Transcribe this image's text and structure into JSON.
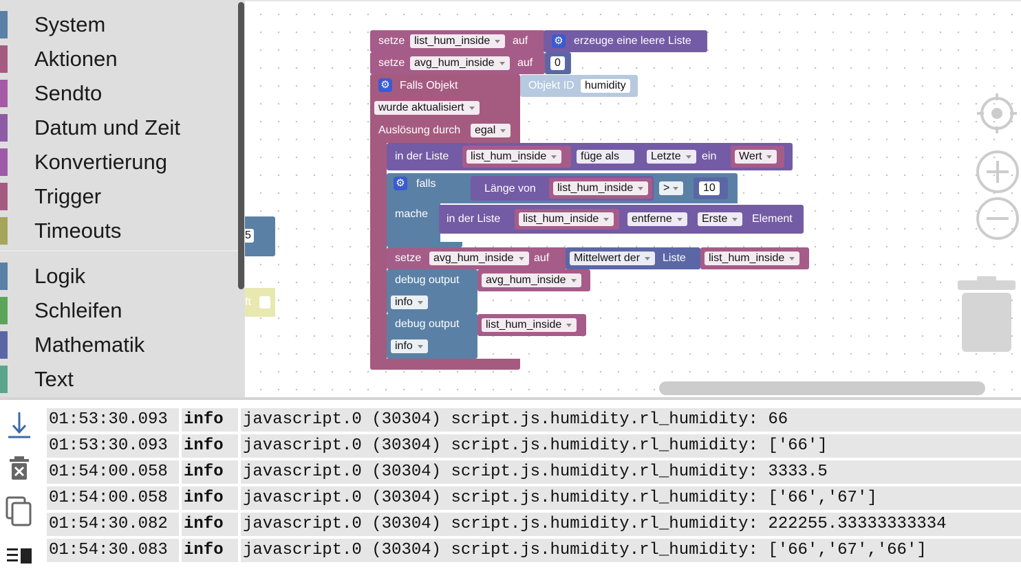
{
  "toolbox": {
    "categories": [
      {
        "label": "System",
        "color": "#5b80a5"
      },
      {
        "label": "Aktionen",
        "color": "#a55b80"
      },
      {
        "label": "Sendto",
        "color": "#a55ba5"
      },
      {
        "label": "Datum und Zeit",
        "color": "#8e5ba5"
      },
      {
        "label": "Konvertierung",
        "color": "#9e5aa8"
      },
      {
        "label": "Trigger",
        "color": "#a55b80"
      },
      {
        "label": "Timeouts",
        "color": "#a5a55b"
      }
    ],
    "categories2": [
      {
        "label": "Logik",
        "color": "#5b80a5"
      },
      {
        "label": "Schleifen",
        "color": "#5ba55b"
      },
      {
        "label": "Mathematik",
        "color": "#5b67a5"
      },
      {
        "label": "Text",
        "color": "#5ba58c"
      }
    ]
  },
  "blocks": {
    "set1": {
      "kw": "setze",
      "var": "list_hum_inside",
      "auf": "auf",
      "value": "erzeuge eine leere Liste"
    },
    "set2": {
      "kw": "setze",
      "var": "avg_hum_inside",
      "auf": "auf",
      "value": "0"
    },
    "trigger": {
      "title": "Falls Objekt",
      "objid_label": "Objekt ID",
      "objid_value": "humidity",
      "condition": "wurde aktualisiert",
      "ausloesung_label": "Auslösung durch",
      "ausloesung_value": "egal"
    },
    "list_insert": {
      "in_list": "in der Liste",
      "var": "list_hum_inside",
      "mode": "füge als",
      "pos": "Letzte",
      "ein": "ein",
      "value": "Wert"
    },
    "if_block": {
      "falls": "falls",
      "mache": "mache",
      "laenge_von": "Länge von",
      "var": "list_hum_inside",
      "op": ">",
      "num": "10"
    },
    "list_remove": {
      "in_list": "in der Liste",
      "var": "list_hum_inside",
      "mode": "entferne",
      "pos": "Erste",
      "element": "Element"
    },
    "set3": {
      "kw": "setze",
      "var": "avg_hum_inside",
      "auf": "auf",
      "func": "Mittelwert der",
      "liste": "Liste",
      "listvar": "list_hum_inside"
    },
    "debug1": {
      "label": "debug output",
      "var": "avg_hum_inside",
      "level": "info"
    },
    "debug2": {
      "label": "debug output",
      "var": "list_hum_inside",
      "level": "info"
    },
    "partial": {
      "a": "5",
      "b": "ft"
    }
  },
  "log": {
    "rows": [
      {
        "time": "01:53:30.093",
        "level": "info",
        "msg": "javascript.0 (30304) script.js.humidity.rl_humidity: 66"
      },
      {
        "time": "01:53:30.093",
        "level": "info",
        "msg": "javascript.0 (30304) script.js.humidity.rl_humidity: ['66']"
      },
      {
        "time": "01:54:00.058",
        "level": "info",
        "msg": "javascript.0 (30304) script.js.humidity.rl_humidity: 3333.5"
      },
      {
        "time": "01:54:00.058",
        "level": "info",
        "msg": "javascript.0 (30304) script.js.humidity.rl_humidity: ['66','67']"
      },
      {
        "time": "01:54:30.082",
        "level": "info",
        "msg": "javascript.0 (30304) script.js.humidity.rl_humidity: 222255.33333333334"
      },
      {
        "time": "01:54:30.083",
        "level": "info",
        "msg": "javascript.0 (30304) script.js.humidity.rl_humidity: ['66','67','66']"
      }
    ]
  },
  "icons": {
    "side": [
      "download-icon",
      "clear-log-icon",
      "copy-icon",
      "filter-icon"
    ],
    "workspace": [
      "recenter-icon",
      "zoom-in-icon",
      "zoom-out-icon",
      "trash-icon"
    ]
  }
}
